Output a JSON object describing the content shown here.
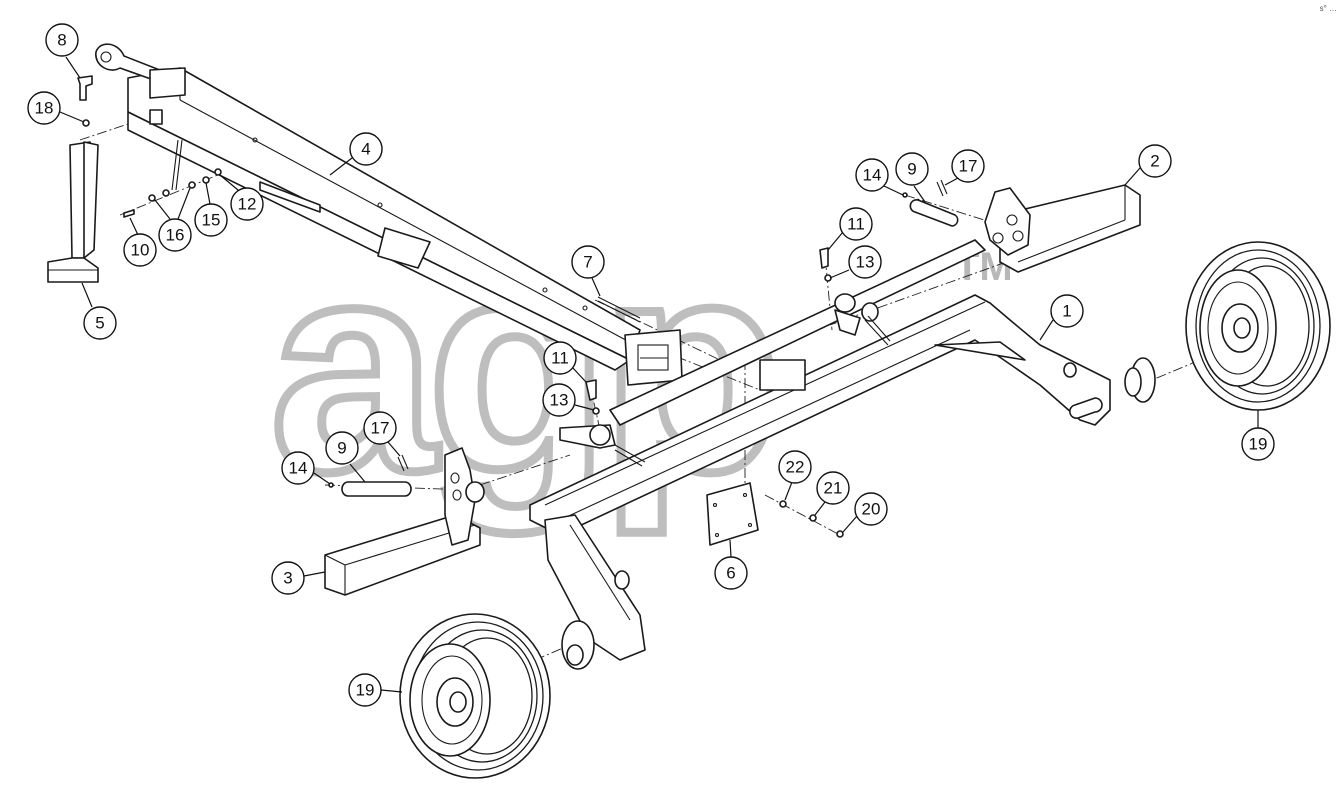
{
  "watermark": {
    "text": "agp",
    "tm": "TM"
  },
  "corner_mark": "s° …",
  "callouts": [
    {
      "id": "c8a",
      "label": "8"
    },
    {
      "id": "c18",
      "label": "18"
    },
    {
      "id": "c4",
      "label": "4"
    },
    {
      "id": "c10",
      "label": "10"
    },
    {
      "id": "c16",
      "label": "16"
    },
    {
      "id": "c15",
      "label": "15"
    },
    {
      "id": "c12",
      "label": "12"
    },
    {
      "id": "c5",
      "label": "5"
    },
    {
      "id": "c7",
      "label": "7"
    },
    {
      "id": "c14a",
      "label": "14"
    },
    {
      "id": "c9a",
      "label": "9"
    },
    {
      "id": "c17a",
      "label": "17"
    },
    {
      "id": "c2",
      "label": "2"
    },
    {
      "id": "c11a",
      "label": "11"
    },
    {
      "id": "c13a",
      "label": "13"
    },
    {
      "id": "c1",
      "label": "1"
    },
    {
      "id": "c11b",
      "label": "11"
    },
    {
      "id": "c13b",
      "label": "13"
    },
    {
      "id": "c17b",
      "label": "17"
    },
    {
      "id": "c9b",
      "label": "9"
    },
    {
      "id": "c14b",
      "label": "14"
    },
    {
      "id": "c19a",
      "label": "19"
    },
    {
      "id": "c22",
      "label": "22"
    },
    {
      "id": "c21",
      "label": "21"
    },
    {
      "id": "c20",
      "label": "20"
    },
    {
      "id": "c6",
      "label": "6"
    },
    {
      "id": "c3",
      "label": "3"
    },
    {
      "id": "c19b",
      "label": "19"
    }
  ]
}
